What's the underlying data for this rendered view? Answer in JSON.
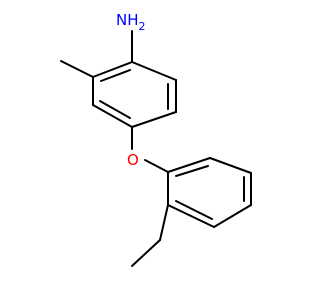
{
  "molecule": {
    "atom_labels": {
      "amine": "NH",
      "amine_h_count": "2",
      "ether_oxygen": "O"
    },
    "colors": {
      "bond": "#000000",
      "nitrogen": "#0000ff",
      "oxygen": "#ff0000",
      "background": "#ffffff"
    }
  }
}
